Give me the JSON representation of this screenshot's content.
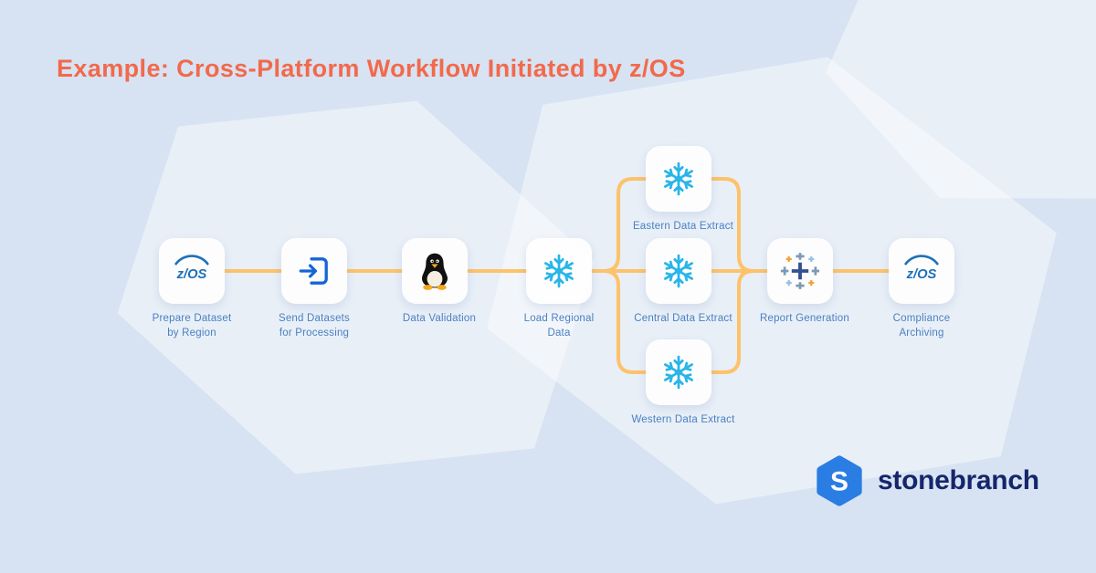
{
  "title": "Example: Cross-Platform Workflow Initiated by z/OS",
  "workflow": {
    "nodes": [
      {
        "icon": "zos-icon",
        "label": "Prepare Dataset by Region"
      },
      {
        "icon": "send-icon",
        "label": "Send Datasets for Processing"
      },
      {
        "icon": "linux-tux-icon",
        "label": "Data Validation"
      },
      {
        "icon": "snowflake-icon",
        "label": "Load Regional Data"
      },
      {
        "icon": "snowflake-icon",
        "label": "Eastern Data Extract"
      },
      {
        "icon": "snowflake-icon",
        "label": "Central Data Extract"
      },
      {
        "icon": "snowflake-icon",
        "label": "Western Data Extract"
      },
      {
        "icon": "tableau-icon",
        "label": "Report Generation"
      },
      {
        "icon": "zos-icon",
        "label": "Compliance Archiving"
      }
    ]
  },
  "icons": {
    "zos_text": "z/OS"
  },
  "logo": {
    "initial": "S",
    "brand": "stonebranch"
  },
  "colors": {
    "background": "#d7e3f2",
    "title": "#f2694c",
    "connector": "#fdc26a",
    "node_label": "#4b80c2",
    "snowflake_blue": "#29b5e8",
    "zos_blue": "#1f71b8",
    "send_blue": "#1565d8",
    "logo_hexagon": "#2a7de2",
    "logo_text": "#16266b"
  }
}
